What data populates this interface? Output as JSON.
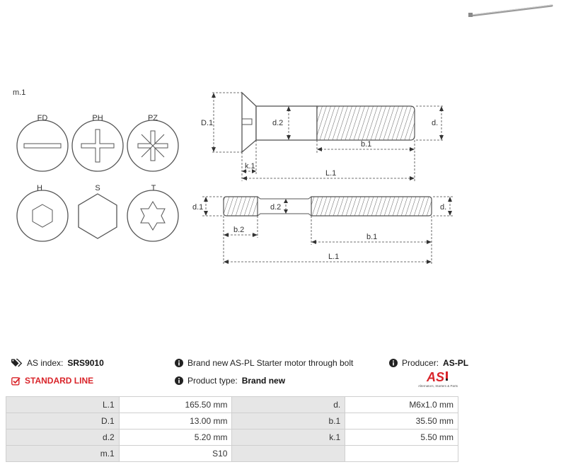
{
  "drawing": {
    "mounting_label": "m.1",
    "drives": [
      {
        "code": "FD",
        "icon": "flat-slot-drive-icon"
      },
      {
        "code": "PH",
        "icon": "phillips-drive-icon"
      },
      {
        "code": "PZ",
        "icon": "pozidriv-drive-icon"
      },
      {
        "code": "H",
        "icon": "hex-socket-drive-icon"
      },
      {
        "code": "S",
        "icon": "hex-head-drive-icon"
      },
      {
        "code": "T",
        "icon": "torx-drive-icon"
      }
    ],
    "screw_dims": {
      "D1": "D.1",
      "d2": "d.2",
      "d": "d.",
      "b1": "b.1",
      "k1": "k.1",
      "L1": "L.1"
    },
    "stud_dims": {
      "d1": "d.1",
      "d2": "d.2",
      "d": "d.",
      "b2": "b.2",
      "b1": "b.1",
      "L1": "L.1"
    }
  },
  "info": {
    "as_index_label": "AS index:",
    "as_index_value": "SRS9010",
    "line": "STANDARD LINE",
    "description": "Brand new AS-PL Starter motor through bolt",
    "product_type_label": "Product type:",
    "product_type_value": "Brand new",
    "producer_label": "Producer:",
    "producer_value": "AS-PL",
    "logo_text": "AS",
    "logo_subtitle": "Alternators, Starters & Parts",
    "colors": {
      "accent_red": "#d9242a",
      "key_cell": "#e6e6e6"
    }
  },
  "specs": {
    "rows": [
      [
        {
          "k": "L.1",
          "v": "165.50 mm"
        },
        {
          "k": "d.",
          "v": "M6x1.0 mm"
        }
      ],
      [
        {
          "k": "D.1",
          "v": "13.00 mm"
        },
        {
          "k": "b.1",
          "v": "35.50 mm"
        }
      ],
      [
        {
          "k": "d.2",
          "v": "5.20 mm"
        },
        {
          "k": "k.1",
          "v": "5.50 mm"
        }
      ],
      [
        {
          "k": "m.1",
          "v": "S10"
        },
        {
          "k": "",
          "v": ""
        }
      ]
    ]
  }
}
